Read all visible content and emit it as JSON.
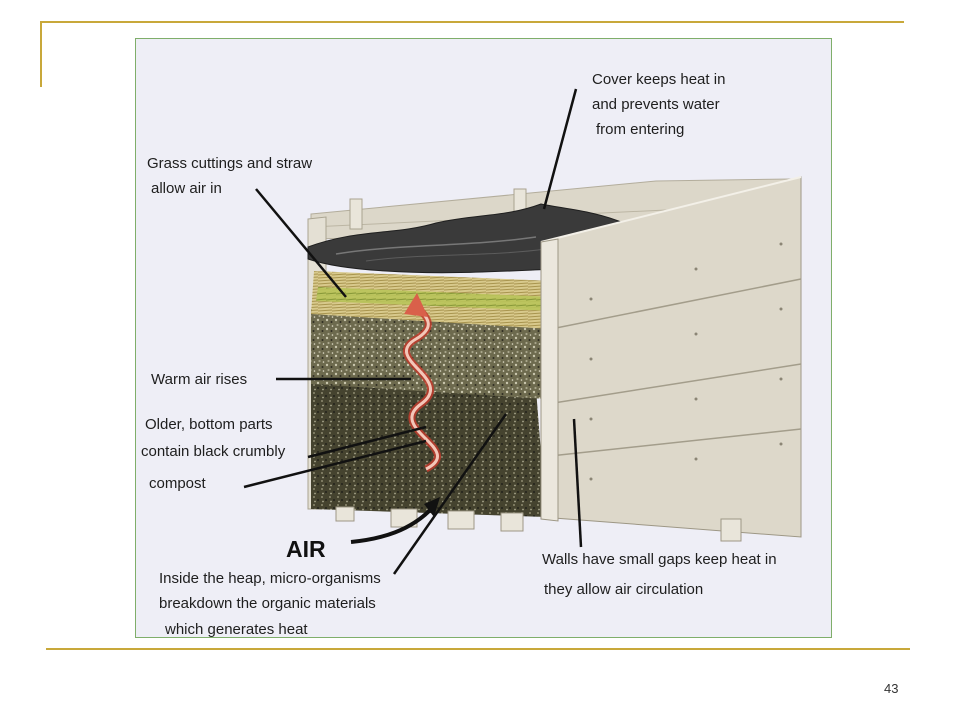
{
  "diagram": {
    "labels": {
      "cover": [
        "Cover keeps heat in",
        "and prevents water",
        "from entering"
      ],
      "grass": [
        "Grass cuttings and straw",
        "allow air in"
      ],
      "warm_air": "Warm air rises",
      "older": [
        "Older, bottom parts",
        "contain black crumbly",
        "compost"
      ],
      "air": "AIR",
      "inside": [
        "Inside the heap, micro-organisms",
        "breakdown the organic materials",
        "which generates heat"
      ],
      "walls": [
        "Walls have small gaps keep heat in",
        "they allow air circulation"
      ]
    }
  },
  "slide": {
    "page_number": "43"
  },
  "colors": {
    "accent_rule": "#c8a83a",
    "frame_border": "#7fae6a",
    "warm_air_arrow": "#d9604a"
  }
}
